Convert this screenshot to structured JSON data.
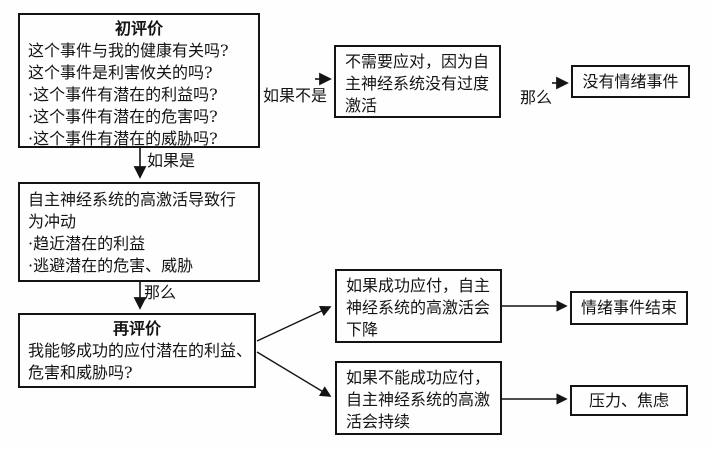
{
  "boxes": {
    "primary": {
      "title": "初评价",
      "lines": [
        "这个事件与我的健康有关吗?",
        "这个事件是利害攸关的吗?",
        "·这个事件有潜在的利益吗?",
        "·这个事件有潜在的危害吗?",
        "·这个事件有潜在的威胁吗?"
      ]
    },
    "no_response": {
      "lines": [
        "不需要应对，因为自",
        "主神经系统没有过度",
        "激活"
      ]
    },
    "no_emotion": {
      "label": "没有情绪事件"
    },
    "arousal": {
      "lines": [
        "自主神经系统的高激活导致行",
        "为冲动",
        "·趋近潜在的利益",
        "·逃避潜在的危害、威胁"
      ]
    },
    "reappraisal": {
      "title": "再评价",
      "lines": [
        "我能够成功的应付潜在的利益、",
        "危害和威胁吗?"
      ]
    },
    "cope_success": {
      "lines": [
        "如果成功应付，自主",
        "神经系统的高激活会",
        "下降"
      ]
    },
    "cope_fail": {
      "lines": [
        "如果不能成功应付，",
        "自主神经系统的高激",
        "活会持续"
      ]
    },
    "emotion_end": {
      "label": "情绪事件结束"
    },
    "stress": {
      "label": "压力、焦虑"
    }
  },
  "labels": {
    "if_not": "如果不是",
    "then_top": "那么",
    "if_yes": "如果是",
    "then_mid": "那么"
  },
  "colors": {
    "background": "#fefefe",
    "line": "#141414",
    "text": "#141414"
  }
}
